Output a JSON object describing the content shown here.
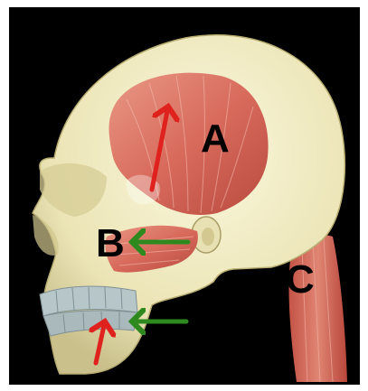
{
  "diagram": {
    "background_color": "#000000",
    "frame_color": "#ffffff",
    "skull_color": "#f2edc4",
    "muscle_color": "#d86b5c",
    "teeth_color": "#b7c6c9",
    "labels": {
      "a": "A",
      "b": "B",
      "c": "C"
    },
    "arrows": [
      {
        "name": "red-arrow-temporalis",
        "color": "#e0221e"
      },
      {
        "name": "green-arrow-pterygoid",
        "color": "#2e8a1e"
      },
      {
        "name": "green-arrow-teeth",
        "color": "#2e8a1e"
      },
      {
        "name": "red-arrow-teeth",
        "color": "#e0221e"
      }
    ]
  }
}
